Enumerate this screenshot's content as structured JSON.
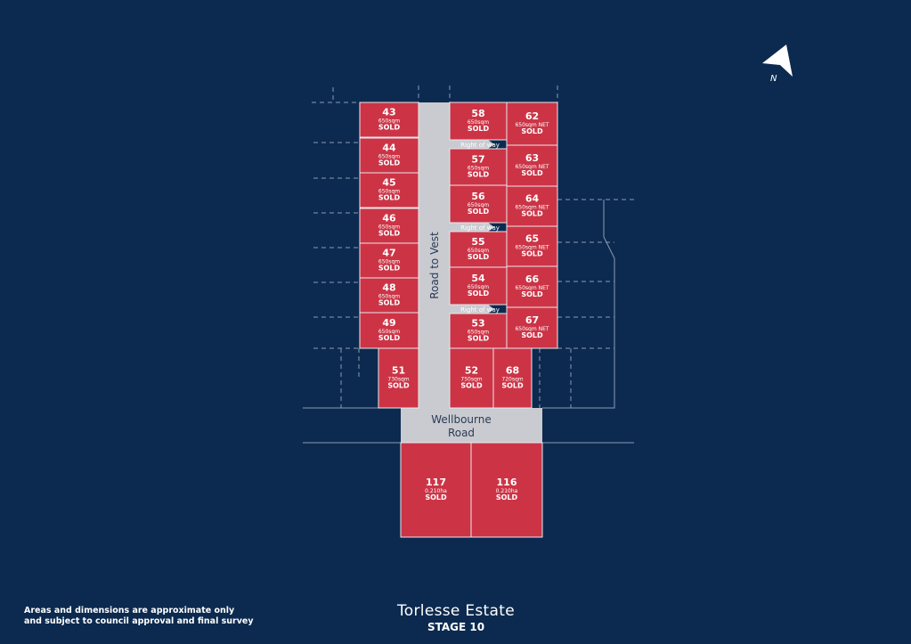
{
  "map": {
    "lots": [
      {
        "id": "43",
        "area": "650sqm",
        "status": "SOLD"
      },
      {
        "id": "44",
        "area": "650sqm",
        "status": "SOLD"
      },
      {
        "id": "45",
        "area": "650sqm",
        "status": "SOLD"
      },
      {
        "id": "46",
        "area": "650sqm",
        "status": "SOLD"
      },
      {
        "id": "47",
        "area": "650sqm",
        "status": "SOLD"
      },
      {
        "id": "48",
        "area": "650sqm",
        "status": "SOLD"
      },
      {
        "id": "49",
        "area": "650sqm",
        "status": "SOLD"
      },
      {
        "id": "51",
        "area": "730sqm",
        "status": "SOLD"
      },
      {
        "id": "58",
        "area": "650sqm",
        "status": "SOLD"
      },
      {
        "id": "57",
        "area": "650sqm",
        "status": "SOLD"
      },
      {
        "id": "56",
        "area": "650sqm",
        "status": "SOLD"
      },
      {
        "id": "55",
        "area": "650sqm",
        "status": "SOLD"
      },
      {
        "id": "54",
        "area": "650sqm",
        "status": "SOLD"
      },
      {
        "id": "53",
        "area": "650sqm",
        "status": "SOLD"
      },
      {
        "id": "62",
        "area": "650sqm NET",
        "status": "SOLD"
      },
      {
        "id": "63",
        "area": "650sqm NET",
        "status": "SOLD"
      },
      {
        "id": "64",
        "area": "650sqm NET",
        "status": "SOLD"
      },
      {
        "id": "65",
        "area": "650sqm NET",
        "status": "SOLD"
      },
      {
        "id": "66",
        "area": "650sqm NET",
        "status": "SOLD"
      },
      {
        "id": "67",
        "area": "650sqm NET",
        "status": "SOLD"
      },
      {
        "id": "52",
        "area": "750sqm",
        "status": "SOLD"
      },
      {
        "id": "68",
        "area": "720sqm",
        "status": "SOLD"
      },
      {
        "id": "117",
        "area": "0.210ha",
        "status": "SOLD"
      },
      {
        "id": "116",
        "area": "0.210ha",
        "status": "SOLD"
      }
    ],
    "right_of_way_label": "Right of way",
    "roads": {
      "road_to_vest": "Road to Vest",
      "wellbourne_line1": "Wellbourne",
      "wellbourne_line2": "Road"
    },
    "north_label": "N",
    "colors": {
      "background": "#0c2a4f",
      "lot_fill": "#cc3446",
      "road_fill": "#c9cbd0",
      "dashed_boundary": "#8a9ab3"
    }
  },
  "footer": {
    "disclaimer_line1": "Areas and dimensions are approximate only",
    "disclaimer_line2": "and subject to council approval and final survey",
    "estate_name": "Torlesse Estate",
    "stage": "STAGE 10"
  }
}
